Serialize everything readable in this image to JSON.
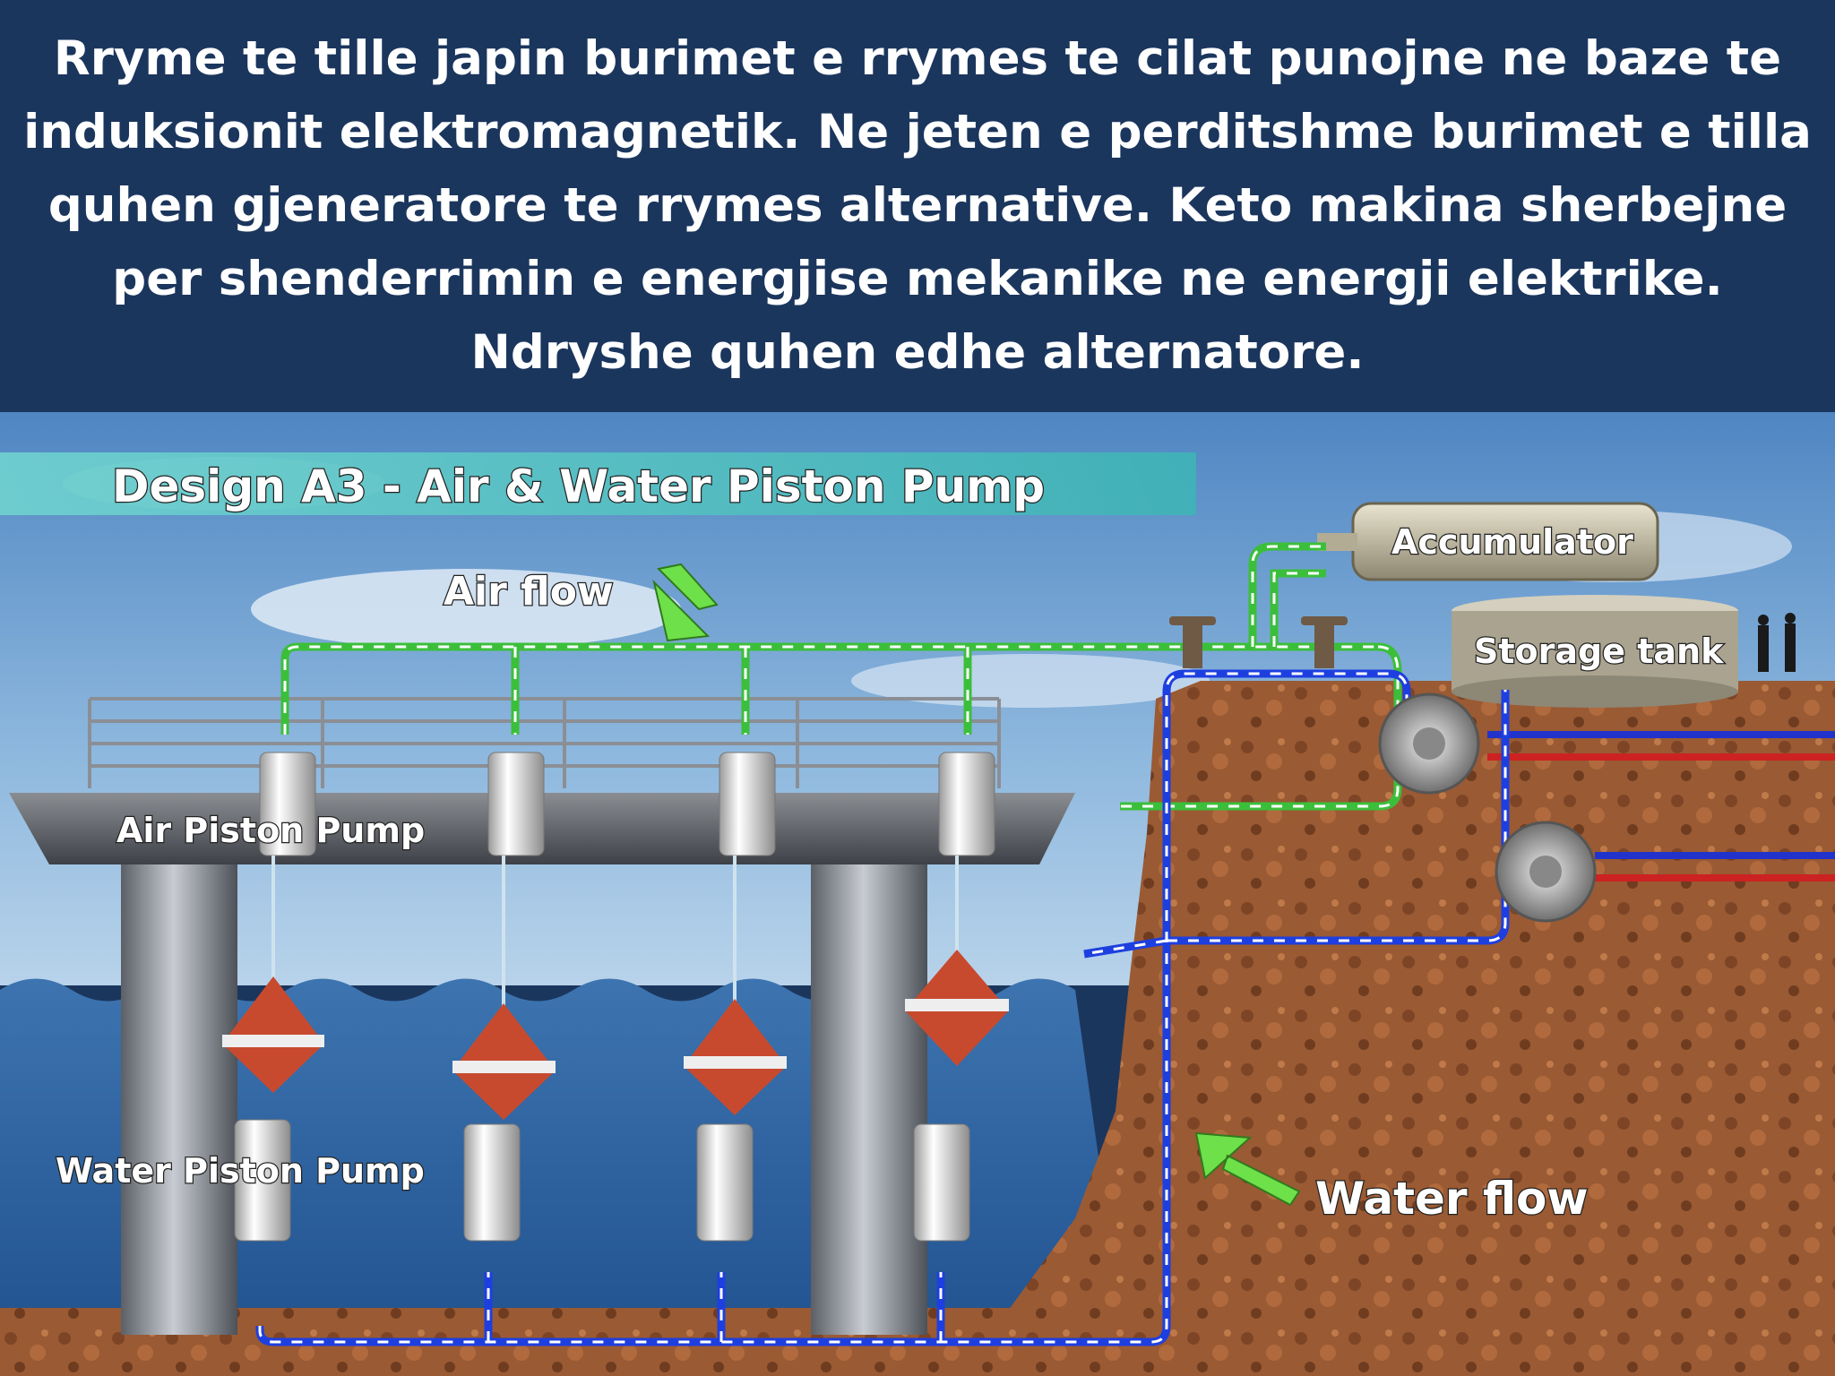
{
  "slide": {
    "paragraph": "Rryme te tille japin burimet e rrymes te cilat punojne ne baze te induksionit elektromagnetik. Ne jeten e perditshme burimet e tilla quhen gjeneratore te rrymes alternative. Keto makina sherbejne per shenderrimin e energjise mekanike ne energji elektrike. Ndryshe quhen edhe alternatore."
  },
  "diagram": {
    "title": "Design A3 - Air & Water Piston Pump",
    "labels": {
      "air_flow": "Air flow",
      "water_flow": "Water flow",
      "accumulator": "Accumulator",
      "storage_tank": "Storage tank",
      "air_piston_pump": "Air Piston Pump",
      "water_piston_pump": "Water Piston Pump"
    },
    "colors": {
      "air_line": "#3bbf3b",
      "water_line": "#1e3fe0",
      "power_blue": "#2233cc",
      "power_red": "#cc2222",
      "buoy": "#c84a2e"
    }
  }
}
